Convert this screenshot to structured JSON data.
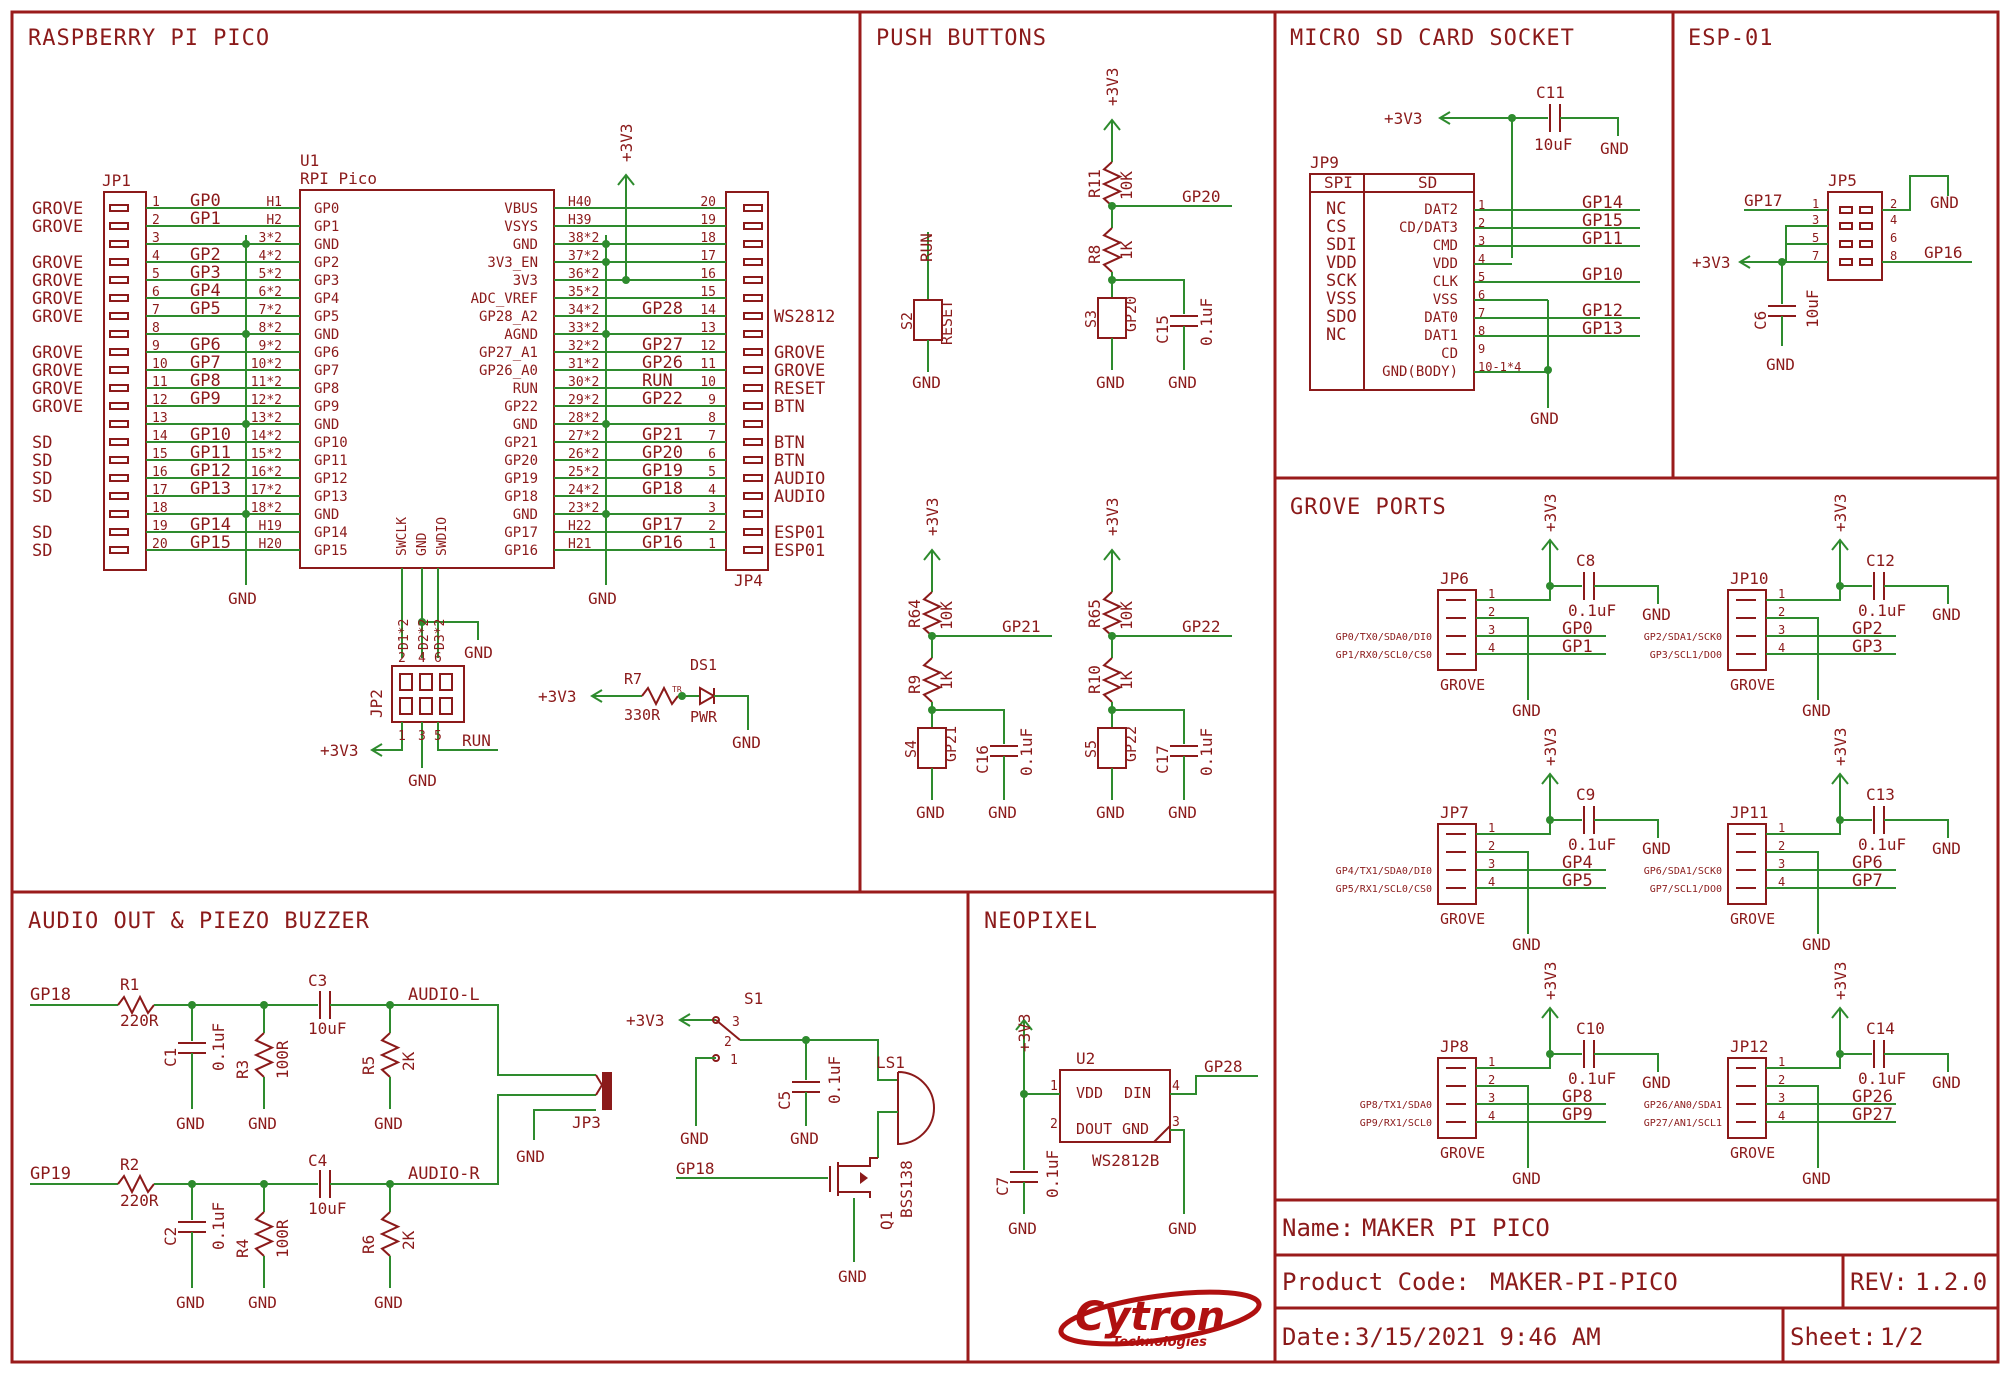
{
  "sections": {
    "pico": "RASPBERRY PI PICO",
    "buttons": "PUSH BUTTONS",
    "sd": "MICRO SD CARD SOCKET",
    "esp": "ESP-01",
    "grove": "GROVE PORTS",
    "audio": "AUDIO OUT & PIEZO BUZZER",
    "neo": "NEOPIXEL"
  },
  "title_block": {
    "name_label": "Name:",
    "name": "MAKER PI PICO",
    "code_label": "Product Code:",
    "code": "MAKER-PI-PICO",
    "rev_label": "REV:",
    "rev": "1.2.0",
    "date_label": "Date:",
    "date": "3/15/2021 9:46 AM",
    "sheet_label": "Sheet:",
    "sheet": "1/2",
    "logo": "Cytron",
    "logo_sub": "Technologies"
  },
  "pico": {
    "jp1": "JP1",
    "jp4": "JP4",
    "jp2": "JP2",
    "u1": "U1",
    "u1_val": "RPI Pico",
    "left_labels": [
      "GROVE",
      "GROVE",
      "",
      "GROVE",
      "GROVE",
      "GROVE",
      "GROVE",
      "",
      "GROVE",
      "GROVE",
      "GROVE",
      "GROVE",
      "",
      "SD",
      "SD",
      "SD",
      "SD",
      "",
      "SD",
      "SD"
    ],
    "left_pins": [
      "1",
      "2",
      "3",
      "4",
      "5",
      "6",
      "7",
      "8",
      "9",
      "10",
      "11",
      "12",
      "13",
      "14",
      "15",
      "16",
      "17",
      "18",
      "19",
      "20"
    ],
    "left_nets": [
      "GP0",
      "GP1",
      "",
      "GP2",
      "GP3",
      "GP4",
      "GP5",
      "",
      "GP6",
      "GP7",
      "GP8",
      "GP9",
      "",
      "GP10",
      "GP11",
      "GP12",
      "GP13",
      "",
      "GP14",
      "GP15"
    ],
    "left_h": [
      "H1",
      "H2",
      "3*2",
      "4*2",
      "5*2",
      "6*2",
      "7*2",
      "8*2",
      "9*2",
      "10*2",
      "11*2",
      "12*2",
      "13*2",
      "14*2",
      "15*2",
      "16*2",
      "17*2",
      "18*2",
      "H19",
      "H20"
    ],
    "u1_left": [
      "GP0",
      "GP1",
      "GND",
      "GP2",
      "GP3",
      "GP4",
      "GP5",
      "GND",
      "GP6",
      "GP7",
      "GP8",
      "GP9",
      "GND",
      "GP10",
      "GP11",
      "GP12",
      "GP13",
      "GND",
      "GP14",
      "GP15"
    ],
    "u1_right": [
      "VBUS",
      "VSYS",
      "GND",
      "3V3_EN",
      "3V3",
      "ADC_VREF",
      "GP28_A2",
      "AGND",
      "GP27_A1",
      "GP26_A0",
      "RUN",
      "GP22",
      "GND",
      "GP21",
      "GP20",
      "GP19",
      "GP18",
      "GND",
      "GP17",
      "GP16"
    ],
    "right_h": [
      "H40",
      "H39",
      "38*2",
      "37*2",
      "36*2",
      "35*2",
      "34*2",
      "33*2",
      "32*2",
      "31*2",
      "30*2",
      "29*2",
      "28*2",
      "27*2",
      "26*2",
      "25*2",
      "24*2",
      "23*2",
      "H22",
      "H21"
    ],
    "right_nets": [
      "",
      "",
      "",
      "",
      "",
      "",
      "GP28",
      "",
      "GP27",
      "GP26",
      "RUN",
      "GP22",
      "",
      "GP21",
      "GP20",
      "GP19",
      "GP18",
      "",
      "GP17",
      "GP16"
    ],
    "right_pins": [
      "20",
      "19",
      "18",
      "17",
      "16",
      "15",
      "14",
      "13",
      "12",
      "11",
      "10",
      "9",
      "8",
      "7",
      "6",
      "5",
      "4",
      "3",
      "2",
      "1"
    ],
    "right_labels": [
      "",
      "",
      "",
      "",
      "",
      "",
      "WS2812",
      "",
      "GROVE",
      "GROVE",
      "RESET",
      "BTN",
      "",
      "BTN",
      "BTN",
      "AUDIO",
      "AUDIO",
      "",
      "ESP01",
      "ESP01"
    ],
    "swd": [
      "SWCLK",
      "GND",
      "SWDIO"
    ],
    "swd_pads": [
      "D1*2",
      "D2*2",
      "D3*2"
    ],
    "jp2_top": [
      "2",
      "4",
      "6"
    ],
    "jp2_bot": [
      "1",
      "3",
      "5"
    ],
    "gnd": "GND",
    "v33": "+3V3",
    "run": "RUN",
    "r7": "R7",
    "r7_val": "330R",
    "ds1": "DS1",
    "pwr": "PWR",
    "tr": "TR"
  },
  "buttons": {
    "s2": "S2",
    "s2_val": "RESET",
    "run": "RUN",
    "r11": "R11",
    "r11_val": "10K",
    "r8": "R8",
    "r8_val": "1K",
    "s3": "S3",
    "s3_val": "GP20",
    "c15": "C15",
    "c15_val": "0.1uF",
    "gp20": "GP20",
    "r64": "R64",
    "r64_val": "10K",
    "r9": "R9",
    "r9_val": "1K",
    "s4": "S4",
    "s4_val": "GP21",
    "c16": "C16",
    "c16_val": "0.1uF",
    "gp21": "GP21",
    "r65": "R65",
    "r65_val": "10K",
    "r10": "R10",
    "r10_val": "1K",
    "s5": "S5",
    "s5_val": "GP22",
    "c17": "C17",
    "c17_val": "0.1uF",
    "gp22": "GP22",
    "gnd": "GND",
    "v33": "+3V3"
  },
  "sd": {
    "jp9": "JP9",
    "hdr_spi": "SPI",
    "hdr_sd": "SD",
    "spi": [
      "NC",
      "CS",
      "SDI",
      "VDD",
      "SCK",
      "VSS",
      "SDO",
      "NC"
    ],
    "sdn": [
      "DAT2",
      "CD/DAT3",
      "CMD",
      "VDD",
      "CLK",
      "VSS",
      "DAT0",
      "DAT1",
      "CD",
      "GND(BODY)"
    ],
    "pins": [
      "1",
      "2",
      "3",
      "4",
      "5",
      "6",
      "7",
      "8",
      "9",
      "10-1*4"
    ],
    "nets": [
      "GP14",
      "GP15",
      "GP11",
      "",
      "GP10",
      "",
      "GP12",
      "GP13"
    ],
    "c11": "C11",
    "c11_val": "10uF",
    "v33": "+3V3",
    "gnd": "GND"
  },
  "esp": {
    "jp5": "JP5",
    "gp17": "GP17",
    "gp16": "GP16",
    "v33": "+3V3",
    "pins_l": [
      "1",
      "3",
      "5",
      "7"
    ],
    "pins_r": [
      "2",
      "4",
      "6",
      "8"
    ],
    "c6": "C6",
    "c6_val": "10uF",
    "gnd": "GND"
  },
  "grove": {
    "pin_nums": [
      "1",
      "2",
      "3",
      "4"
    ],
    "grove": "GROVE",
    "gnd": "GND",
    "v33": "+3V3",
    "cap_val": "0.1uF",
    "ports": [
      {
        "jp": "JP6",
        "c": "C8",
        "n1": "GP0",
        "n2": "GP1",
        "l1": "GP0/TX0/SDA0/DI0",
        "l2": "GP1/RX0/SCL0/CS0"
      },
      {
        "jp": "JP10",
        "c": "C12",
        "n1": "GP2",
        "n2": "GP3",
        "l1": "GP2/SDA1/SCK0",
        "l2": "GP3/SCL1/DO0"
      },
      {
        "jp": "JP7",
        "c": "C9",
        "n1": "GP4",
        "n2": "GP5",
        "l1": "GP4/TX1/SDA0/DI0",
        "l2": "GP5/RX1/SCL0/CS0"
      },
      {
        "jp": "JP11",
        "c": "C13",
        "n1": "GP6",
        "n2": "GP7",
        "l1": "GP6/SDA1/SCK0",
        "l2": "GP7/SCL1/DO0"
      },
      {
        "jp": "JP8",
        "c": "C10",
        "n1": "GP8",
        "n2": "GP9",
        "l1": "GP8/TX1/SDA0",
        "l2": "GP9/RX1/SCL0"
      },
      {
        "jp": "JP12",
        "c": "C14",
        "n1": "GP26",
        "n2": "GP27",
        "l1": "GP26/AN0/SDA1",
        "l2": "GP27/AN1/SCL1"
      }
    ]
  },
  "audio": {
    "gp18": "GP18",
    "gp19": "GP19",
    "r1": "R1",
    "r1_val": "220R",
    "r2": "R2",
    "r2_val": "220R",
    "c1": "C1",
    "c1_val": "0.1uF",
    "c2": "C2",
    "c2_val": "0.1uF",
    "r3": "R3",
    "r3_val": "100R",
    "r4": "R4",
    "r4_val": "100R",
    "c3": "C3",
    "c3_val": "10uF",
    "c4": "C4",
    "c4_val": "10uF",
    "r5": "R5",
    "r5_val": "2K",
    "r6": "R6",
    "r6_val": "2K",
    "audio_l": "AUDIO-L",
    "audio_r": "AUDIO-R",
    "jp3": "JP3",
    "s1": "S1",
    "s1_pins": [
      "3",
      "2",
      "1"
    ],
    "v33": "+3V3",
    "c5": "C5",
    "c5_val": "0.1uF",
    "ls1": "LS1",
    "q1": "Q1",
    "q1_val": "BSS138",
    "gnd": "GND"
  },
  "neo": {
    "u2": "U2",
    "vdd": "VDD",
    "din": "DIN",
    "dout": "DOUT",
    "gndp": "GND",
    "part": "WS2812B",
    "gp28": "GP28",
    "v33": "+3V3",
    "pins": [
      "1",
      "2",
      "3",
      "4"
    ],
    "c7": "C7",
    "c7_val": "0.1uF",
    "gnd": "GND"
  }
}
